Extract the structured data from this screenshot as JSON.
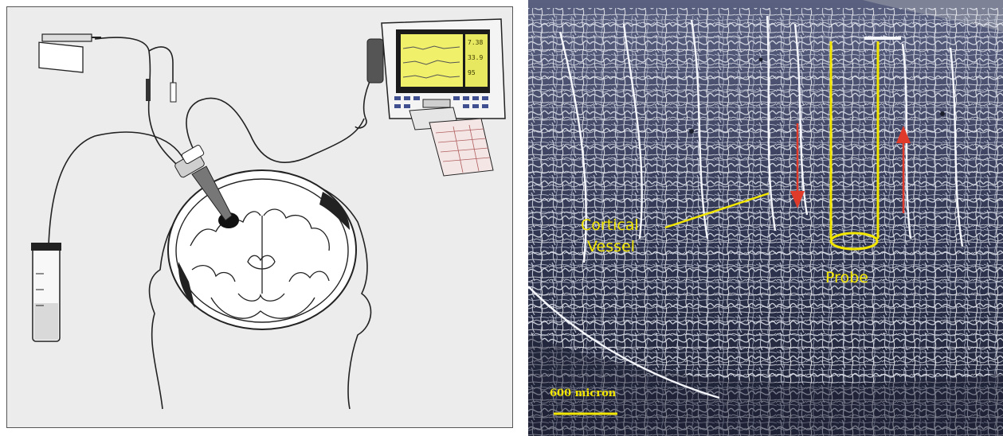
{
  "left_panel": {
    "monitor_readouts": [
      "7.38",
      "33.9",
      "95"
    ]
  },
  "right_panel": {
    "labels": {
      "cortical_vessel_line1": "Cortical",
      "cortical_vessel_line2": "Vessel",
      "probe": "Probe",
      "scale_bar": "600 micron"
    },
    "colors": {
      "label": "#f2e600",
      "arrow": "#e03a2a",
      "background": "#2f3550",
      "vessels": "#e8ecf4"
    },
    "arrows": [
      "down",
      "up"
    ]
  }
}
